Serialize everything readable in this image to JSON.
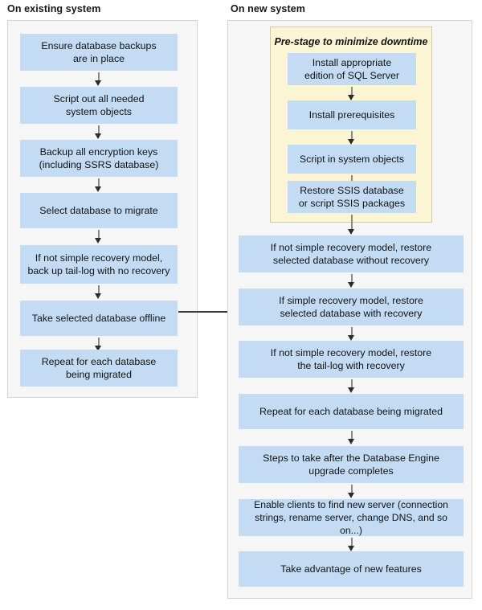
{
  "diagram": {
    "title_left": "On existing system",
    "title_right": "On new system",
    "colors": {
      "node_fill": "#c3dcf3",
      "panel_fill": "#f6f6f6",
      "panel_border": "#d4d4d4",
      "prestage_fill": "#fcf5d4",
      "prestage_border": "#cfcaa8",
      "arrow": "#2b2b2b",
      "text": "#131313"
    }
  },
  "existing_system": {
    "steps": [
      {
        "label": "Ensure database backups\nare in place"
      },
      {
        "label": "Script out all needed\nsystem objects"
      },
      {
        "label": "Backup all encryption keys\n(including SSRS database)"
      },
      {
        "label": "Select database to migrate"
      },
      {
        "label": "If not simple recovery model,\nback up tail-log with no recovery"
      },
      {
        "label": "Take selected database offline"
      },
      {
        "label": "Repeat for each database\nbeing migrated"
      }
    ]
  },
  "new_system": {
    "prestage": {
      "title": "Pre-stage to minimize downtime",
      "steps": [
        {
          "label": "Install appropriate\nedition of SQL Server"
        },
        {
          "label": "Install prerequisites"
        },
        {
          "label": "Script in system objects"
        },
        {
          "label": "Restore SSIS database\nor script SSIS packages"
        }
      ]
    },
    "steps": [
      {
        "label": "If not simple recovery model, restore\nselected database without recovery"
      },
      {
        "label": "If simple recovery model, restore\nselected database with recovery"
      },
      {
        "label": "If not simple recovery model, restore\nthe tail-log with recovery"
      },
      {
        "label": "Repeat for each database being migrated"
      },
      {
        "label": "Steps to take after the Database Engine\nupgrade completes"
      },
      {
        "label": "Enable clients to find new server (connection\nstrings, rename server, change DNS, and so on...)"
      },
      {
        "label": "Take advantage of new features"
      }
    ]
  }
}
